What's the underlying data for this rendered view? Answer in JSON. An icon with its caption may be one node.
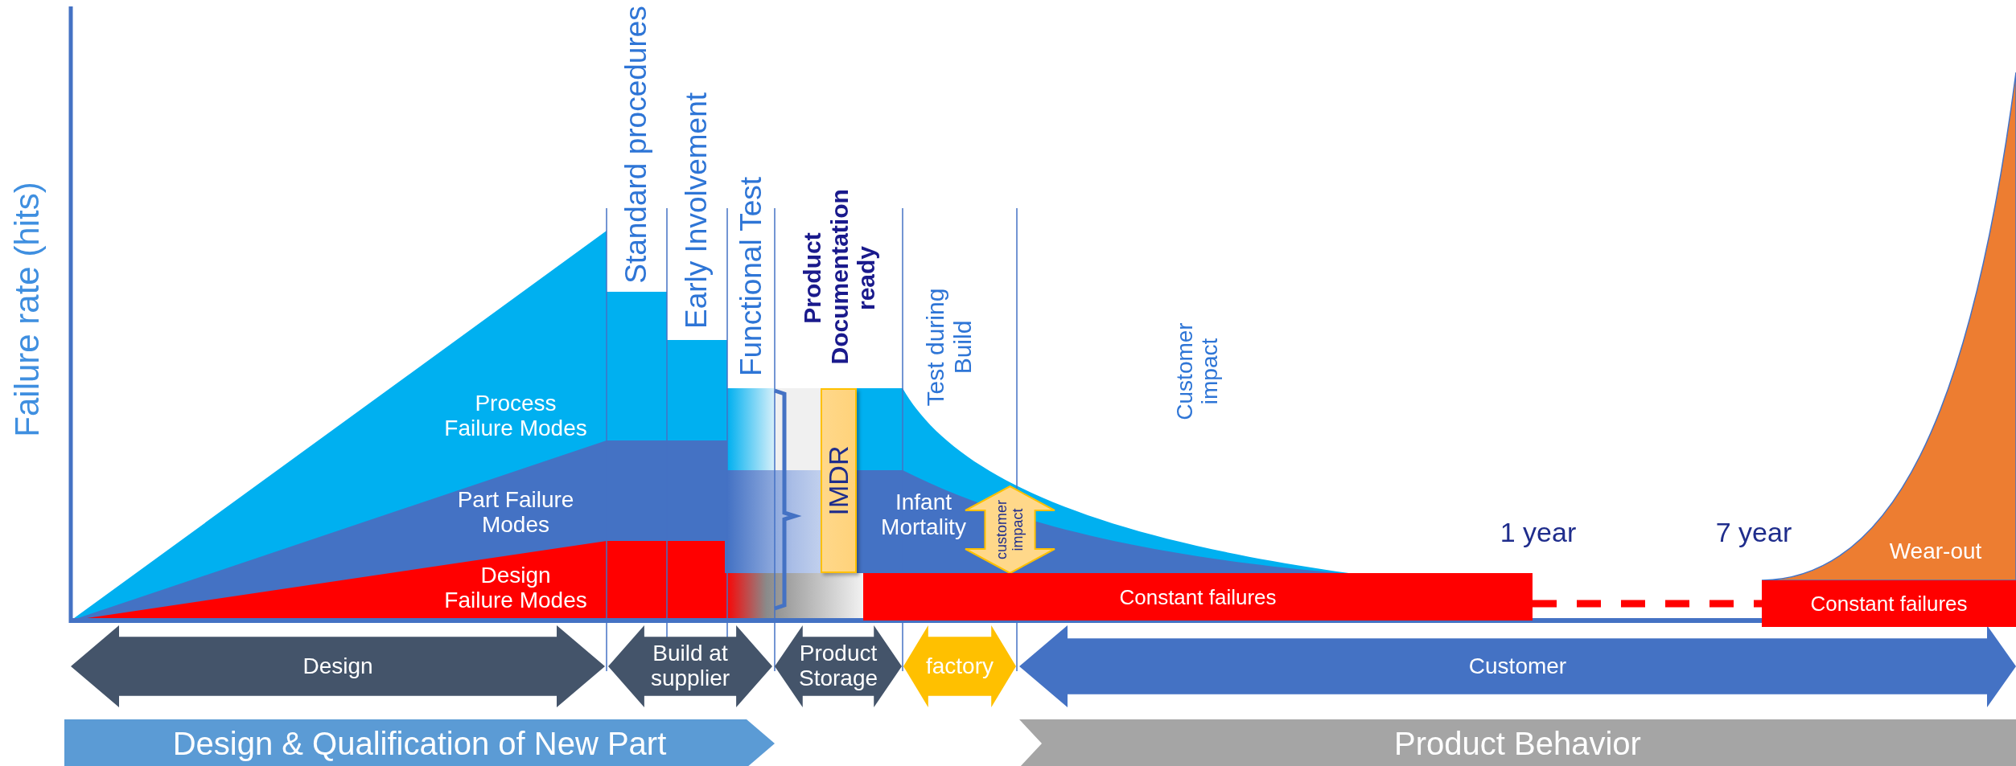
{
  "diagram": {
    "nodes": [
      {
        "text": [
          "Design"
        ]
      },
      {
        "text": [
          "Build at supplier"
        ]
      },
      {
        "text": [
          "Product Storage"
        ]
      },
      {
        "text": [
          "factory"
        ]
      },
      {
        "text": [
          "Customer"
        ]
      },
      {
        "text": [
          "Design & Qualification of New Part"
        ]
      },
      {
        "text": [
          "Product Behavior"
        ]
      },
      {
        "text": [
          "IMDR"
        ]
      },
      {
        "text": [
          "customer impact"
        ]
      },
      {
        "text": [
          "Constant failures"
        ]
      },
      {
        "text": [
          "Constant failures"
        ]
      }
    ],
    "edges": [
      {
        "from": 9,
        "to": 10,
        "arrow": "none",
        "style": "dashed",
        "color": "#ff0000"
      }
    ],
    "labels": [
      "Failure rate (hits)",
      "Standard procedures",
      "Early Involvement",
      "Functional Test",
      "Product Documentation ready",
      "Test during Build",
      "Customer impact",
      "Process Failure Modes",
      "Part Failure Modes",
      "Infant Mortality",
      "Design Failure Modes",
      "1 year",
      "7 year",
      "Wear-out"
    ]
  }
}
